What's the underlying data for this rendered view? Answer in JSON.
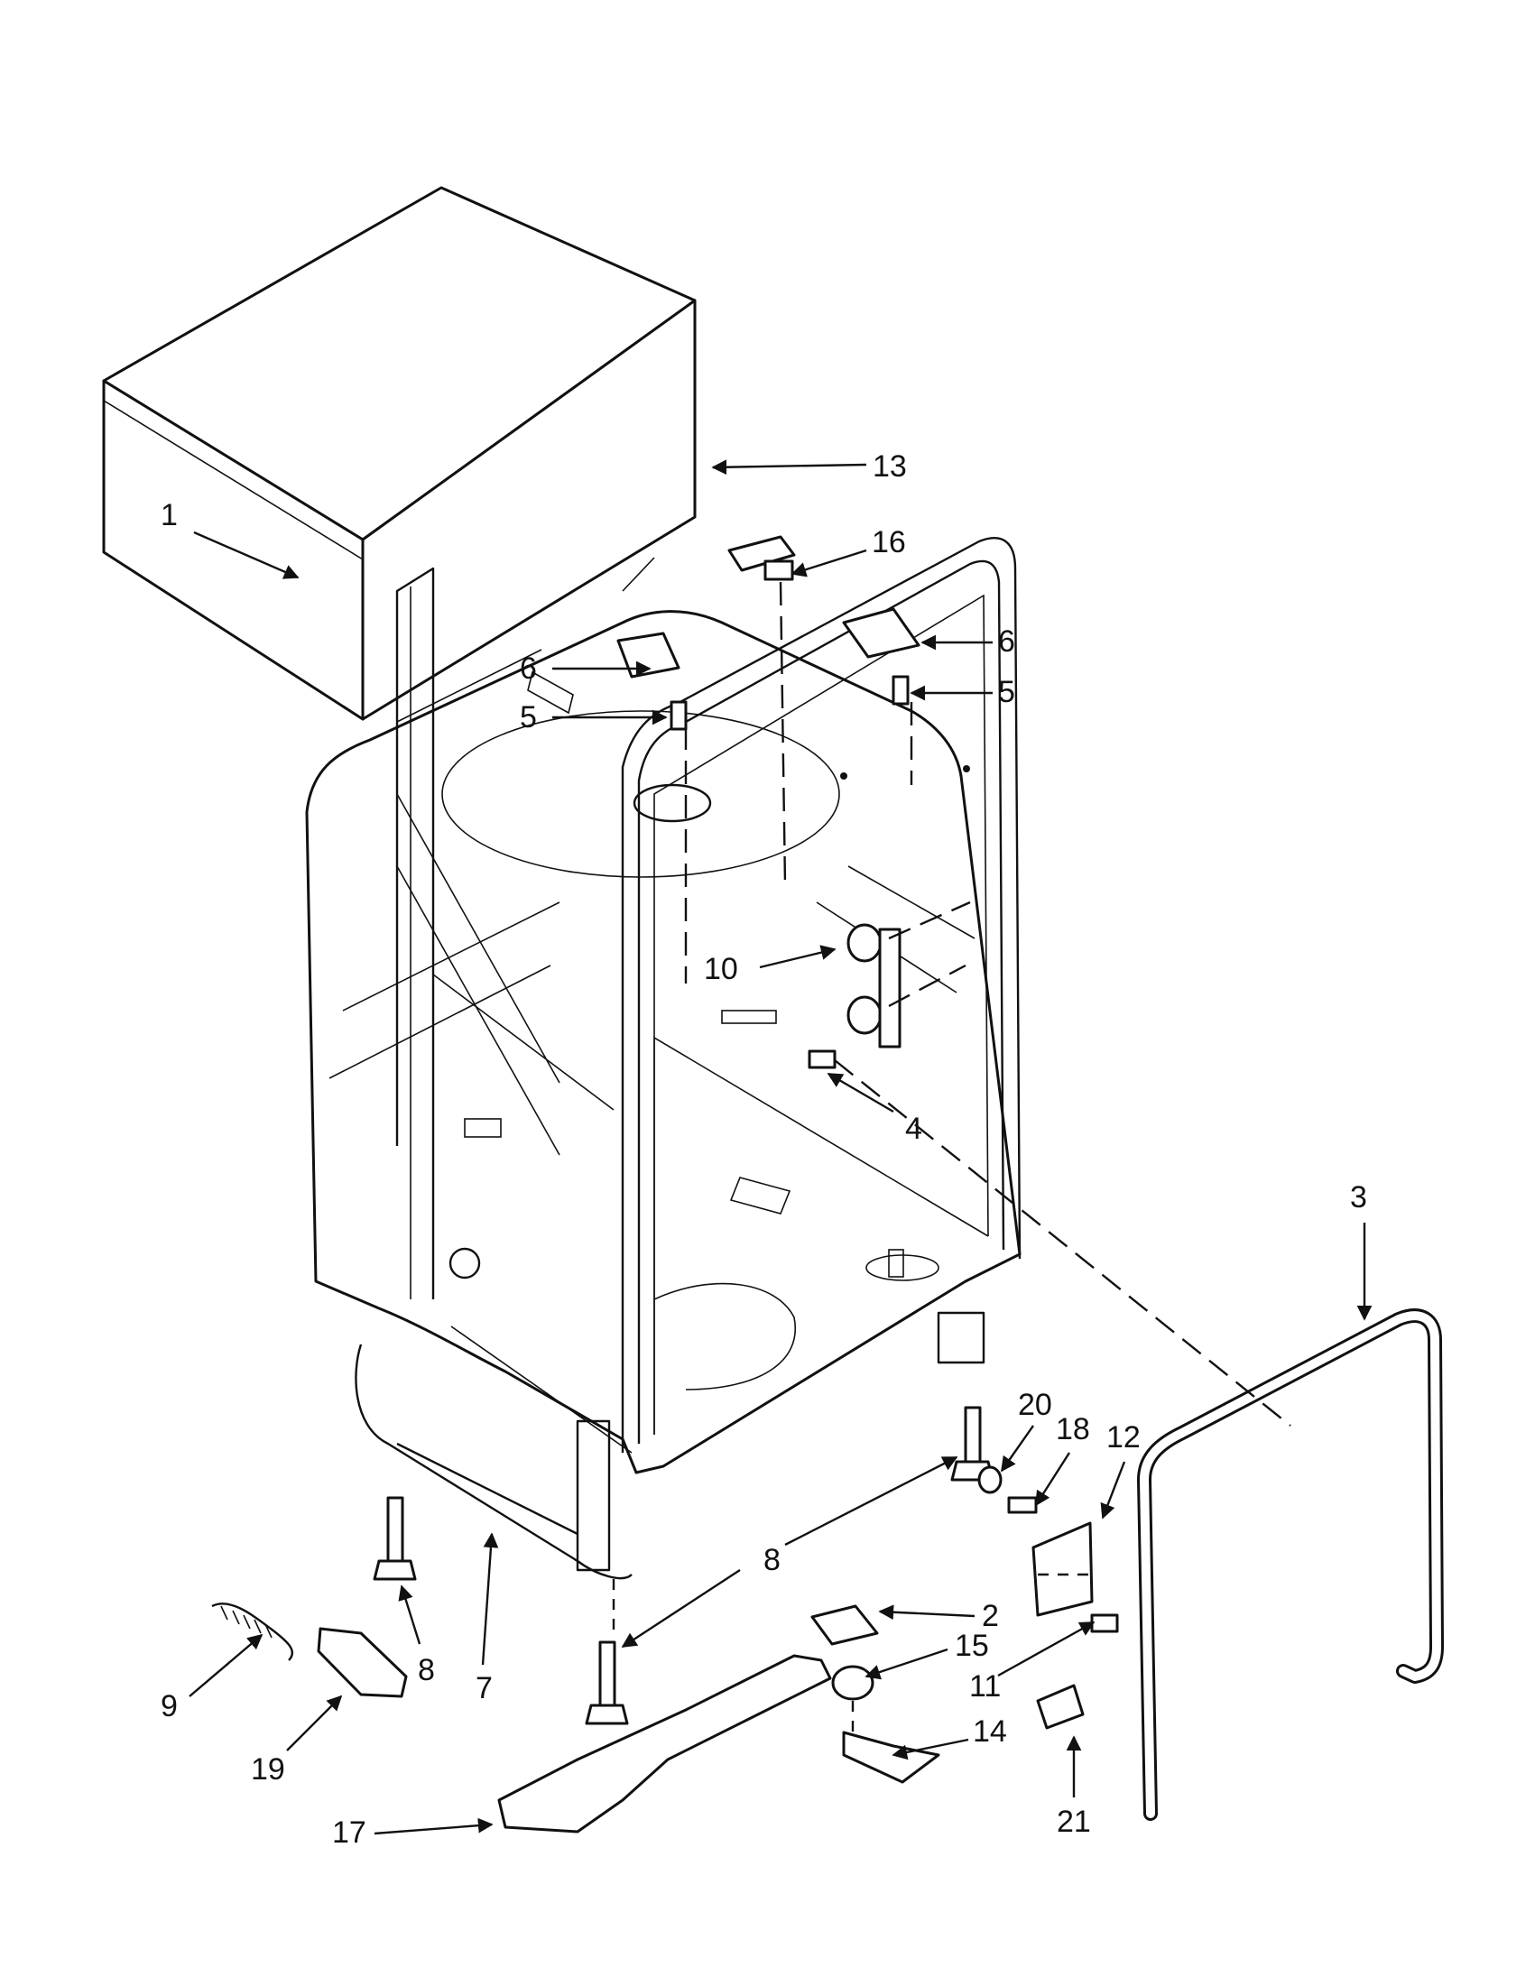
{
  "callouts": [
    {
      "id": "13",
      "label": "13"
    },
    {
      "id": "16",
      "label": "16"
    },
    {
      "id": "6a",
      "label": "6"
    },
    {
      "id": "6b",
      "label": "6"
    },
    {
      "id": "5a",
      "label": "5"
    },
    {
      "id": "5b",
      "label": "5"
    },
    {
      "id": "1",
      "label": "1"
    },
    {
      "id": "10",
      "label": "10"
    },
    {
      "id": "4",
      "label": "4"
    },
    {
      "id": "3",
      "label": "3"
    },
    {
      "id": "20",
      "label": "20"
    },
    {
      "id": "18",
      "label": "18"
    },
    {
      "id": "12",
      "label": "12"
    },
    {
      "id": "8a",
      "label": "8"
    },
    {
      "id": "8b",
      "label": "8"
    },
    {
      "id": "8c",
      "label": "8"
    },
    {
      "id": "2",
      "label": "2"
    },
    {
      "id": "15",
      "label": "15"
    },
    {
      "id": "11",
      "label": "11"
    },
    {
      "id": "7",
      "label": "7"
    },
    {
      "id": "9",
      "label": "9"
    },
    {
      "id": "19",
      "label": "19"
    },
    {
      "id": "14",
      "label": "14"
    },
    {
      "id": "21",
      "label": "21"
    },
    {
      "id": "17",
      "label": "17"
    }
  ]
}
